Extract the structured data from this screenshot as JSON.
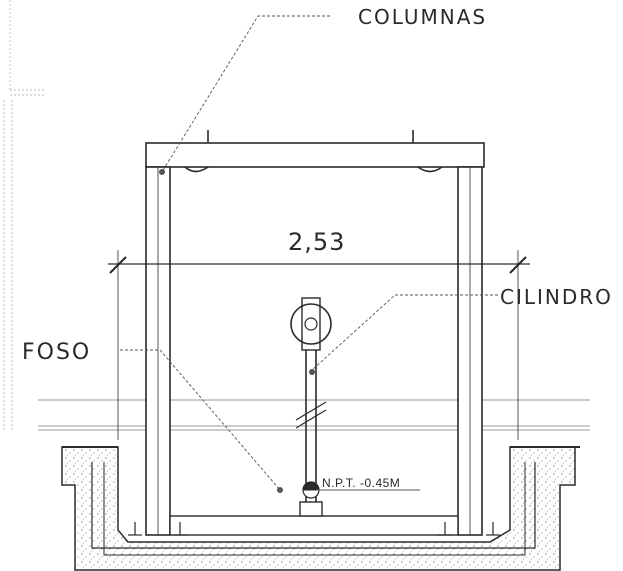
{
  "labels": {
    "columnas": "COLUMNAS",
    "dimension": "2,53",
    "cilindro": "CILINDRO",
    "foso": "FOSO",
    "npt": "N.P.T. -0.45M"
  },
  "colors": {
    "line": "#2a2a2a",
    "leader": "#555555",
    "hatch": "#8a8a8a",
    "background": "#ffffff"
  }
}
